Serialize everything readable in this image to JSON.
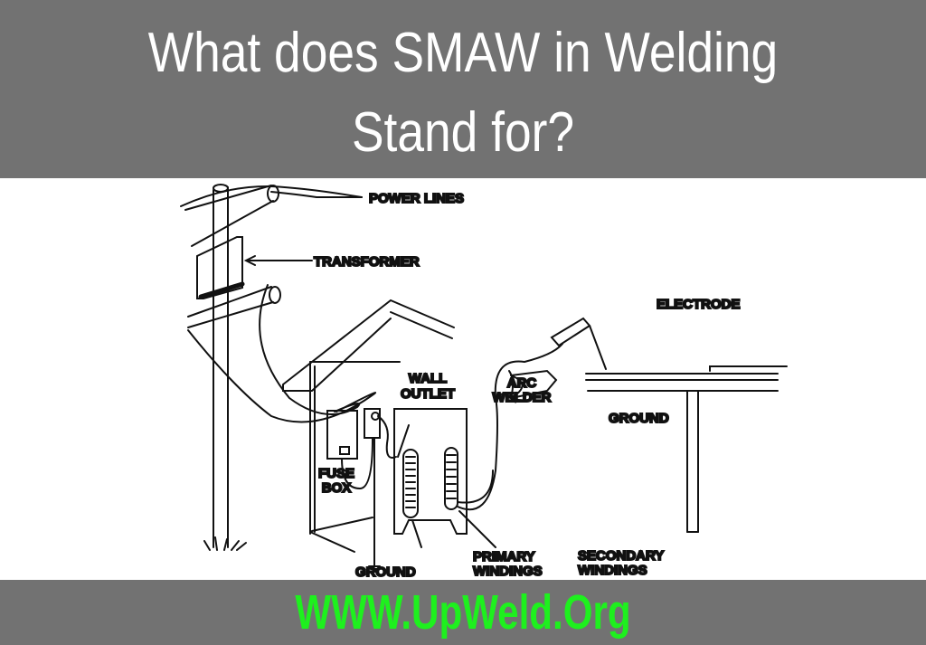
{
  "header": {
    "title_line1": "What does SMAW in Welding",
    "title_line2": "Stand for?"
  },
  "diagram": {
    "labels": {
      "power_lines": "POWER LINES",
      "transformer": "TRANSFORMER",
      "electrode": "ELECTRODE",
      "wall_outlet_1": "WALL",
      "wall_outlet_2": "OUTLET",
      "arc_welder_1": "ARC",
      "arc_welder_2": "WELDER",
      "fuse_box_1": "FUSE",
      "fuse_box_2": "BOX",
      "ground_clamp": "GROUND",
      "ground_outlet": "GROUND",
      "primary_1": "PRIMARY",
      "primary_2": "WINDINGS",
      "secondary_1": "SECONDARY",
      "secondary_2": "WINDINGS"
    }
  },
  "footer": {
    "site": "WWW.UpWeld.Org"
  },
  "colors": {
    "band": "#727272",
    "title": "#ffffff",
    "footer_text": "#1ef01e"
  }
}
